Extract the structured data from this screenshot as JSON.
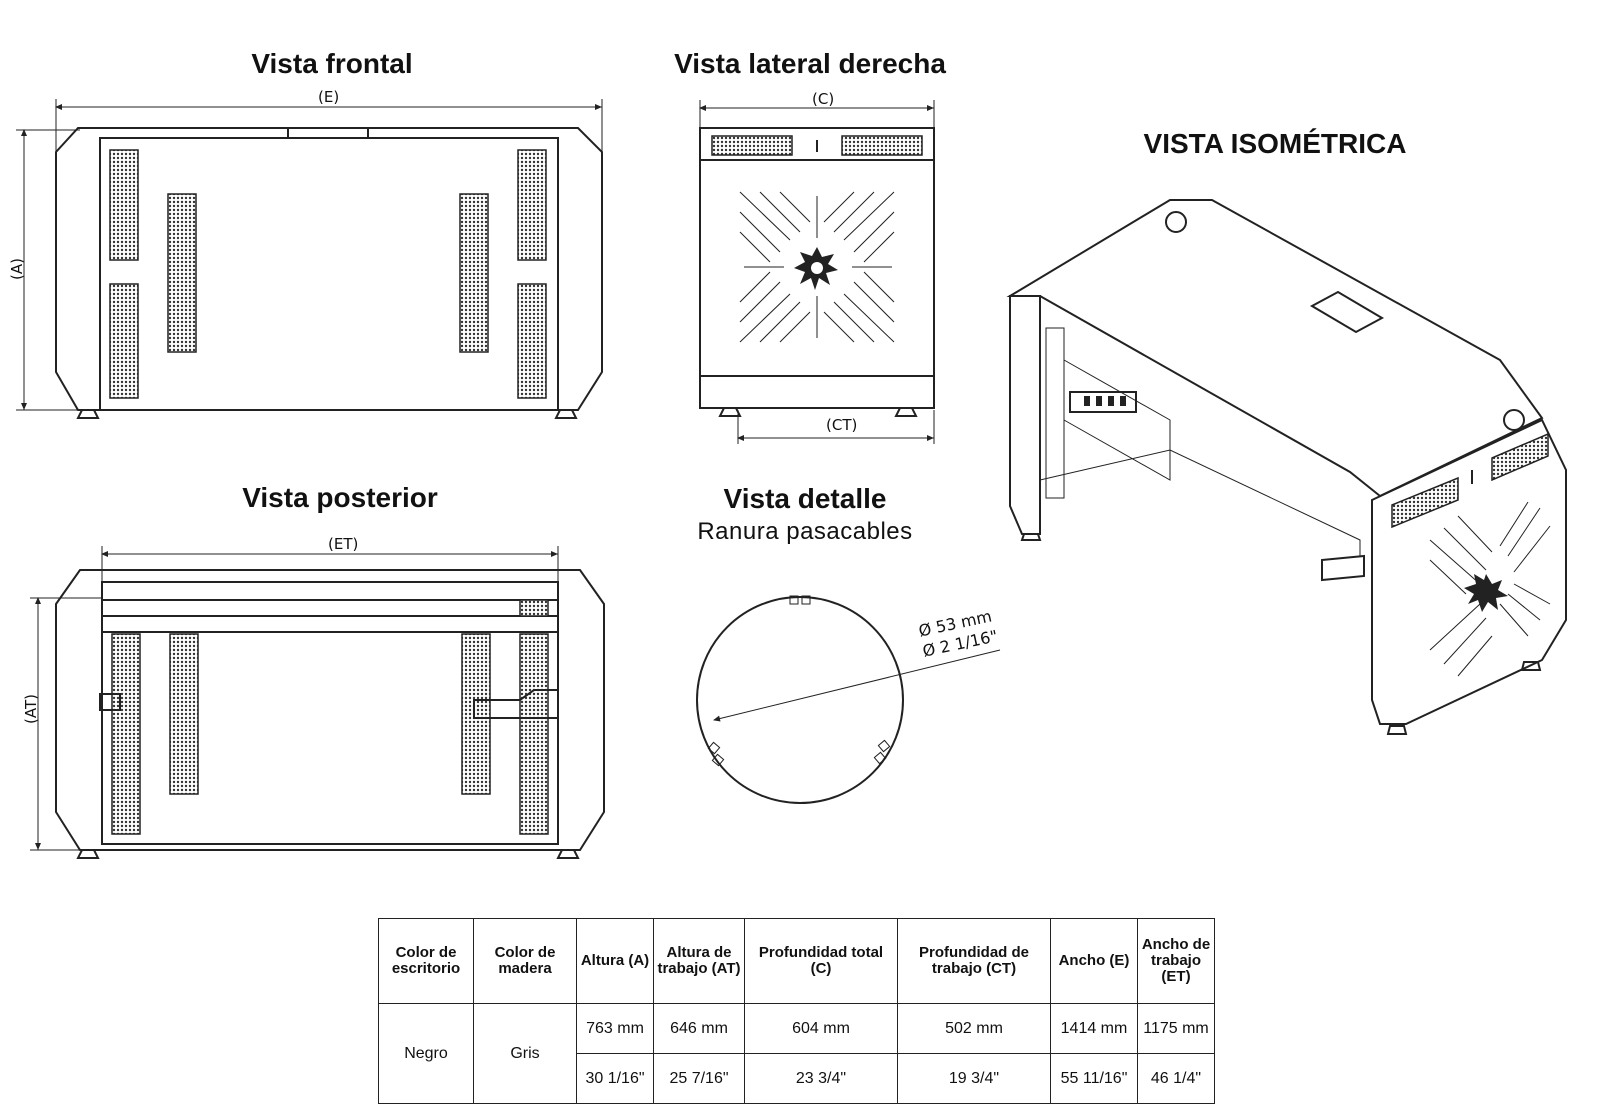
{
  "views": {
    "front_title": "Vista frontal",
    "side_title": "Vista lateral derecha",
    "iso_title": "VISTA ISOMÉTRICA",
    "rear_title": "Vista posterior",
    "detail_title": "Vista detalle",
    "detail_subtitle": "Ranura pasacables"
  },
  "dimension_labels": {
    "E": "(E)",
    "A": "(A)",
    "C": "(C)",
    "CT": "(CT)",
    "ET": "(ET)",
    "AT": "(AT)"
  },
  "detail": {
    "diameter_mm": "Ø 53 mm",
    "diameter_in": "Ø  2 1/16\""
  },
  "specs_table": {
    "headers": [
      "Color de escritorio",
      "Color de madera",
      "Altura (A)",
      "Altura de trabajo (AT)",
      "Profundidad total (C)",
      "Profundidad de trabajo (CT)",
      "Ancho (E)",
      "Ancho de trabajo (ET)"
    ],
    "desk_color": "Negro",
    "wood_color": "Gris",
    "metric": [
      "763 mm",
      "646 mm",
      "604 mm",
      "502 mm",
      "1414 mm",
      "1175 mm"
    ],
    "imperial": [
      "30 1/16\"",
      "25 7/16\"",
      "23 3/4\"",
      "19 3/4\"",
      "55 11/16\"",
      "46 1/4\""
    ]
  }
}
